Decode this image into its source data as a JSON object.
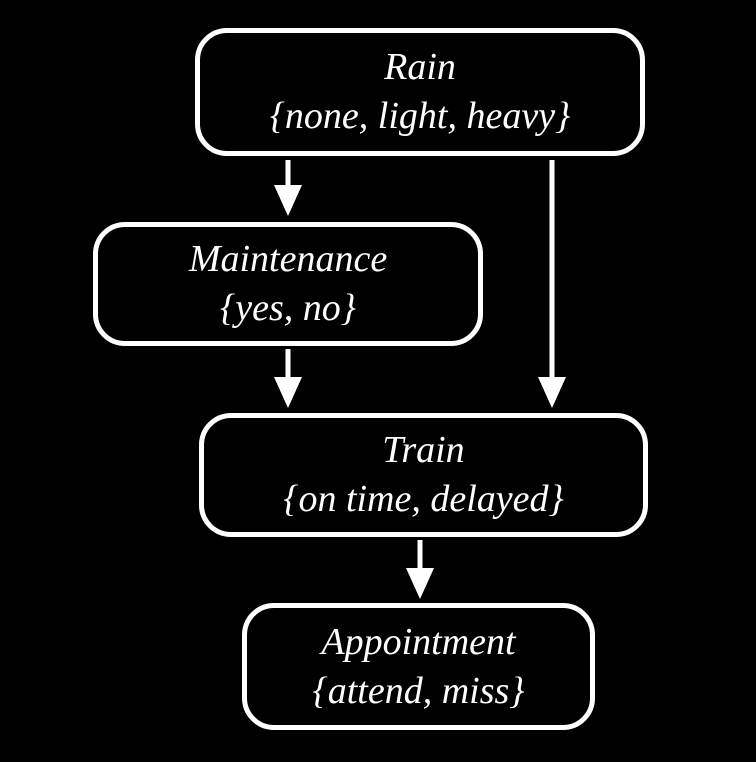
{
  "diagram": {
    "type": "bayesian-network",
    "background_color": "#000000",
    "node_border_color": "#ffffff",
    "text_color": "#ffffff",
    "nodes": [
      {
        "id": "rain",
        "title": "Rain",
        "domain": "{none, light, heavy}"
      },
      {
        "id": "maintenance",
        "title": "Maintenance",
        "domain": "{yes, no}"
      },
      {
        "id": "train",
        "title": "Train",
        "domain": "{on time, delayed}"
      },
      {
        "id": "appointment",
        "title": "Appointment",
        "domain": "{attend, miss}"
      }
    ],
    "edges": [
      {
        "from": "rain",
        "to": "maintenance"
      },
      {
        "from": "rain",
        "to": "train"
      },
      {
        "from": "maintenance",
        "to": "train"
      },
      {
        "from": "train",
        "to": "appointment"
      }
    ]
  }
}
